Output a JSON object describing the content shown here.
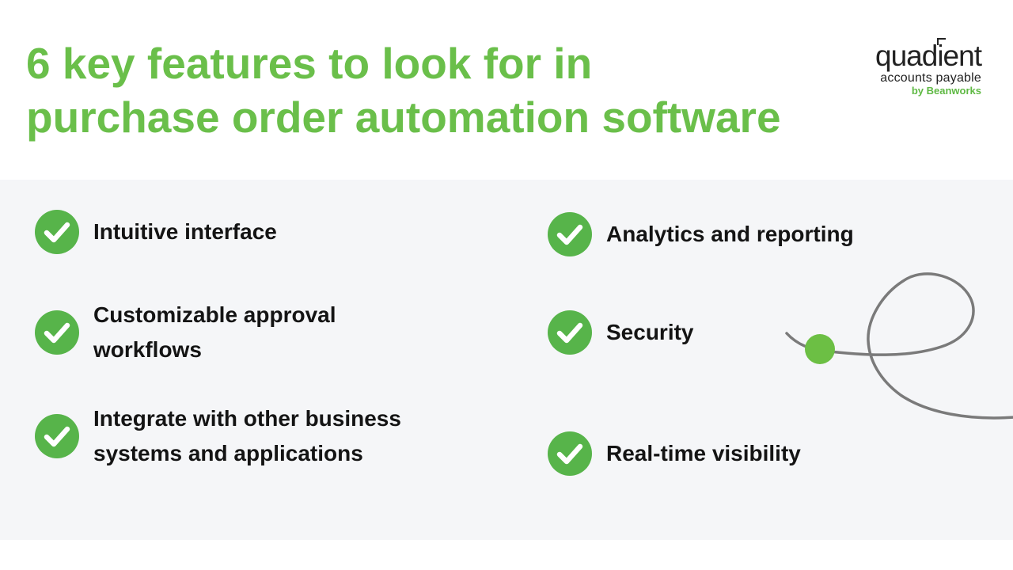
{
  "title": {
    "line1": "6 key features to look for in",
    "line2": "purchase order automation software"
  },
  "logo": {
    "wordmark": "quadient",
    "tagline": "accounts payable",
    "byline": "by Beanworks"
  },
  "features": {
    "left": [
      {
        "label": "Intuitive interface",
        "icon": "check-circle-icon"
      },
      {
        "label": "Customizable approval workflows",
        "icon": "check-circle-icon"
      },
      {
        "label": "Integrate with other business systems and applications",
        "icon": "check-circle-icon"
      }
    ],
    "right": [
      {
        "label": "Analytics and reporting",
        "icon": "check-circle-icon"
      },
      {
        "label": "Security",
        "icon": "check-circle-icon"
      },
      {
        "label": "Real-time visibility",
        "icon": "check-circle-icon"
      }
    ]
  },
  "decoration": {
    "name": "looping-line-with-green-dot"
  },
  "colors": {
    "title_green": "#6abf4a",
    "check_green": "#57b44a",
    "dot_green": "#6cbf44",
    "byline_green": "#5fb944",
    "text_dark": "#141414",
    "logo_dark": "#222222",
    "panel_gray": "#f5f6f8",
    "curve_gray": "#7a7a7a"
  }
}
